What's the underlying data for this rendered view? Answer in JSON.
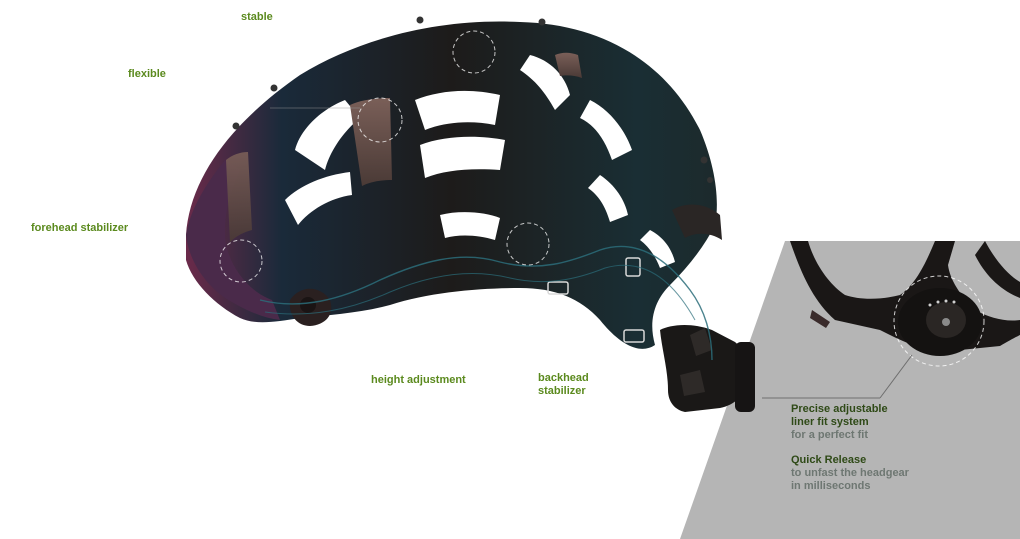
{
  "labels": {
    "stable": "stable",
    "flexible": "flexible",
    "forehead_stabilizer": "forehead stabilizer",
    "height_adjustment": "height adjustment",
    "backhead_stabilizer_line1": "backhead",
    "backhead_stabilizer_line2": "stabilizer"
  },
  "callouts": {
    "fit_system": {
      "title_line1": "Precise adjustable",
      "title_line2": "liner fit system",
      "subtitle": "for a perfect fit"
    },
    "quick_release": {
      "title": "Quick Release",
      "subtitle_line1": "to unfast the headgear",
      "subtitle_line2": "in milliseconds"
    }
  },
  "colors": {
    "label_green": "#5b8a1e",
    "callout_dark_green": "#2f4a17",
    "callout_grey": "#6e7772",
    "detail_panel": "#b5b5b5",
    "helmet_body": "#1c1a19"
  },
  "images": {
    "helmet": "helmet-side-view-image",
    "detail": "fit-system-dial-closeup-image"
  }
}
